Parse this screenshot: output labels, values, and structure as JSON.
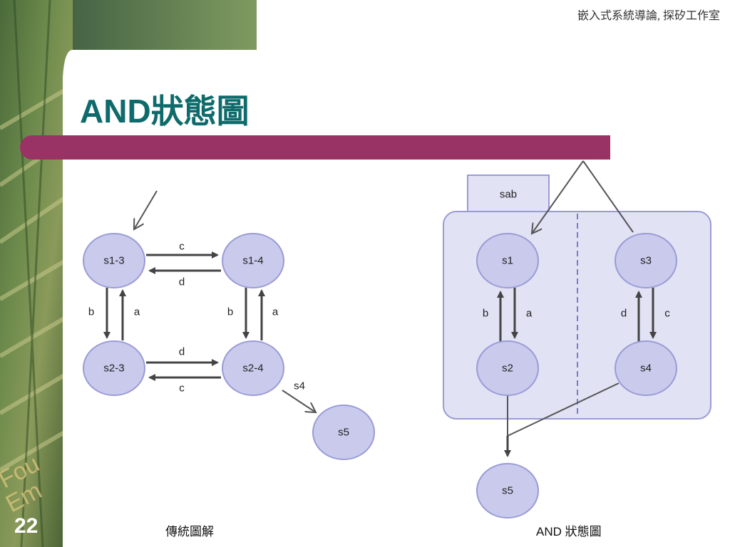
{
  "header": {
    "course_title": "嵌入式系統導論, 探矽工作室"
  },
  "slide": {
    "title": "AND狀態圖",
    "page_number": "22"
  },
  "captions": {
    "left": "傳統圖解",
    "right": "AND 狀態圖"
  },
  "traditional": {
    "states": [
      "s1-3",
      "s1-4",
      "s2-3",
      "s2-4",
      "s5"
    ],
    "edge_labels": {
      "s13_s14": "c",
      "s14_s13": "d",
      "s13_s23": "b",
      "s23_s13": "a",
      "s14_s24": "b",
      "s24_s14": "a",
      "s23_s24": "d",
      "s24_s23": "c",
      "s24_s5": "s4"
    }
  },
  "and_state": {
    "superstate": "sab",
    "states": [
      "s1",
      "s2",
      "s3",
      "s4",
      "s5"
    ],
    "edge_labels": {
      "s1_s2": "b",
      "s2_s1": "a",
      "s3_s4": "d",
      "s4_s3": "c"
    }
  },
  "colors": {
    "title": "#0f6b6b",
    "bar": "#993366",
    "node_fill": "#c9caec",
    "node_stroke": "#9a9bd6",
    "region_fill": "#e1e2f4"
  }
}
